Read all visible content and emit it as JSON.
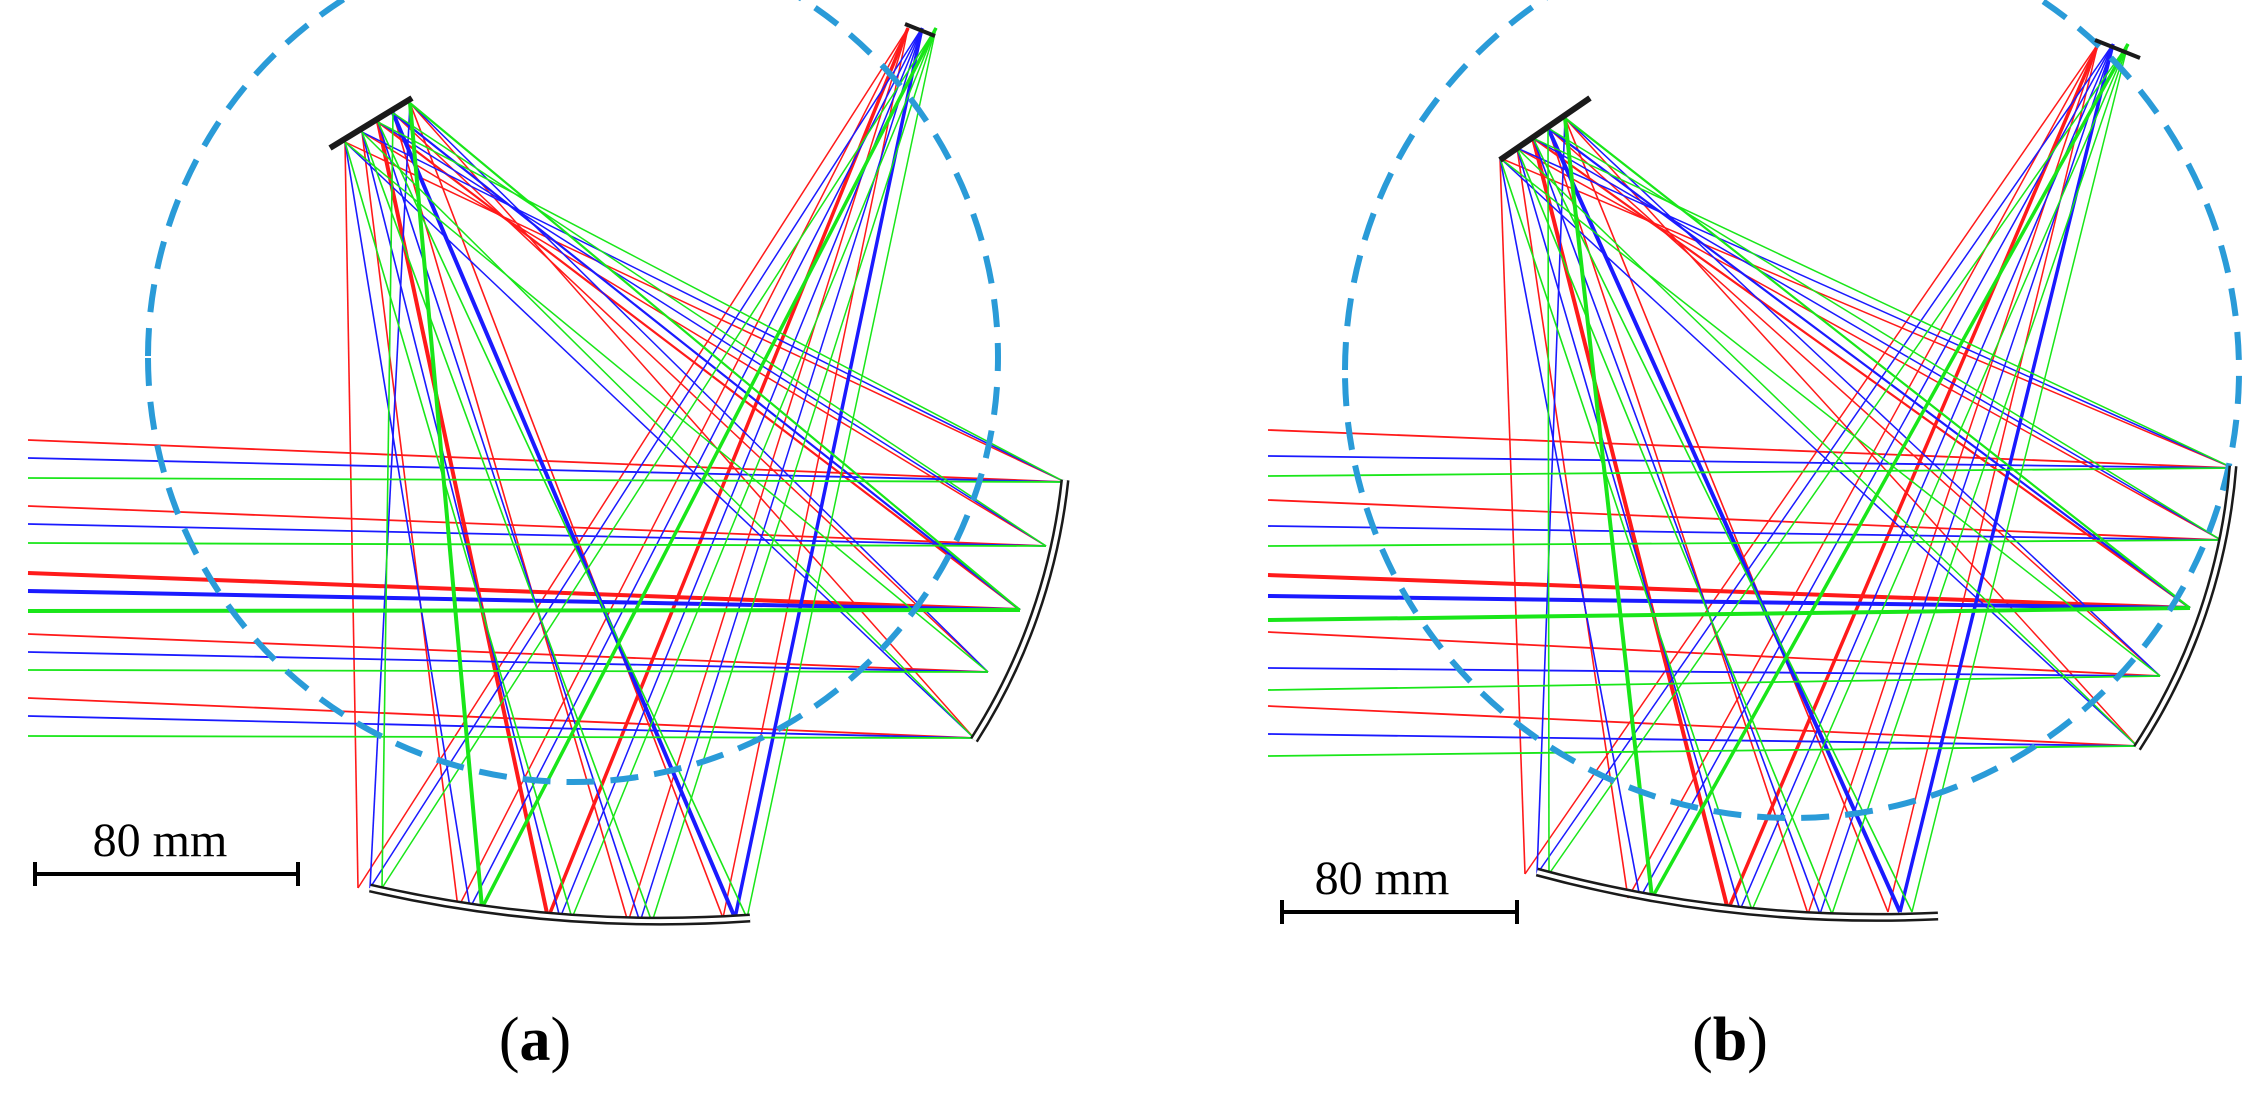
{
  "figure": {
    "colors": {
      "boundary": "#2a9bd8",
      "red": "#ff1a1a",
      "green": "#19e619",
      "blue": "#1a1aff",
      "mirror_fill": "#ffffff",
      "mirror_stroke": "#1a1a1a",
      "text": "#000000"
    },
    "panels": [
      {
        "id": "a",
        "caption_open": "(",
        "caption_letter": "a",
        "caption_close": ")",
        "scale_label": "80 mm"
      },
      {
        "id": "b",
        "caption_open": "(",
        "caption_letter": "b",
        "caption_close": ")",
        "scale_label": "80 mm"
      }
    ]
  }
}
